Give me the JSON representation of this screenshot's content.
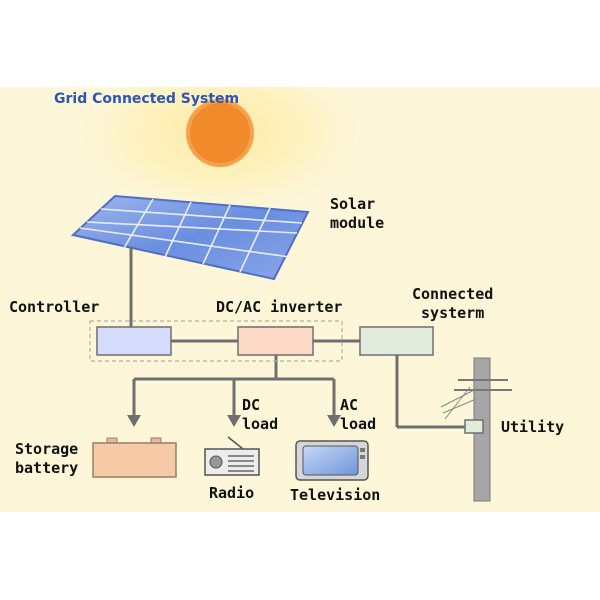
{
  "title": "Grid Connected System",
  "labels": {
    "solar_module": "Solar\nmodule",
    "controller": "Controller",
    "inverter": "DC/AC inverter",
    "connected_system": "Connected\nsysterm",
    "dc_load": "DC\nload",
    "ac_load": "AC\nload",
    "storage_battery": "Storage\nbattery",
    "radio": "Radio",
    "television": "Television",
    "utility": "Utility"
  },
  "colors": {
    "background": "#fdf6d8",
    "title": "#2b55b8",
    "sun": "#f08a2a",
    "panel": "#5a7fd6",
    "controller_box": "#d5dcfb",
    "inverter_box": "#fbd9c4",
    "connected_box": "#e2ecdc",
    "wire": "#6f6f6f"
  },
  "icons": [
    "sun-icon",
    "solar-panel-icon",
    "battery-icon",
    "radio-icon",
    "television-icon",
    "utility-pole-icon"
  ]
}
